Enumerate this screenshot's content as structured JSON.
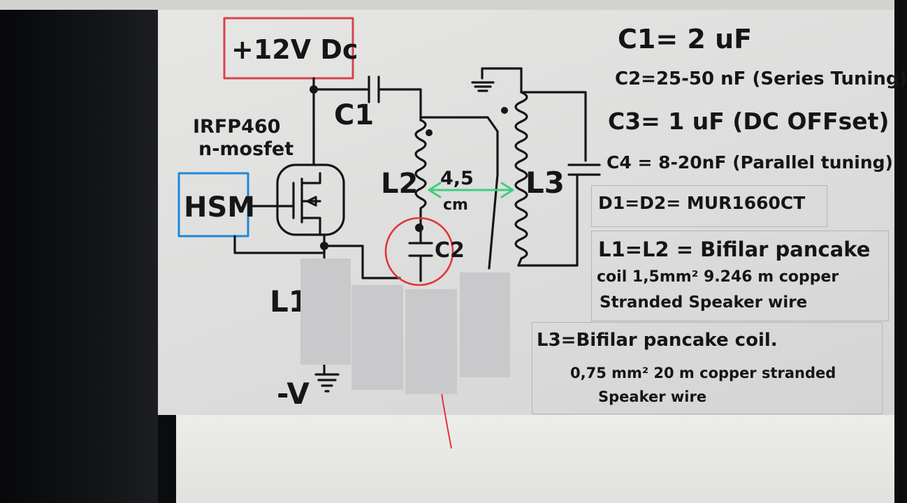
{
  "supply_label": "+12V Dc",
  "mosfet_label_line1": "IRFP460",
  "mosfet_label_line2": "n-mosfet",
  "driver_label": "HSM",
  "c1_label": "C1",
  "l2_label": "L2",
  "l3_label": "L3",
  "l1_label": "L1",
  "c2_label": "C2",
  "ground_label": "-V",
  "spacing_value": "4,5",
  "spacing_unit": "cm",
  "specs": {
    "c1": "C1= 2 uF",
    "c2": "C2=25-50 nF (Series Tuning)",
    "c3": "C3= 1 uF (DC OFFset)",
    "c4": "C4 = 8-20nF (Parallel tuning)",
    "diodes": "D1=D2= MUR1660CT",
    "l1l2_line1": "L1=L2 = Bifilar pancake",
    "l1l2_line2": "coil 1,5mm² 9.246 m copper",
    "l1l2_line3": "Stranded Speaker wire",
    "l3_line1": "L3=Bifilar pancake coil.",
    "l3_line2": "0,75 mm² 20 m copper stranded",
    "l3_line3": "Speaker wire"
  },
  "colors": {
    "supply_box": "#d8434f",
    "driver_box": "#1e87d6",
    "spacing_arrow": "#3fce7e",
    "highlight_circle": "#e2353a",
    "ink": "#161616"
  }
}
